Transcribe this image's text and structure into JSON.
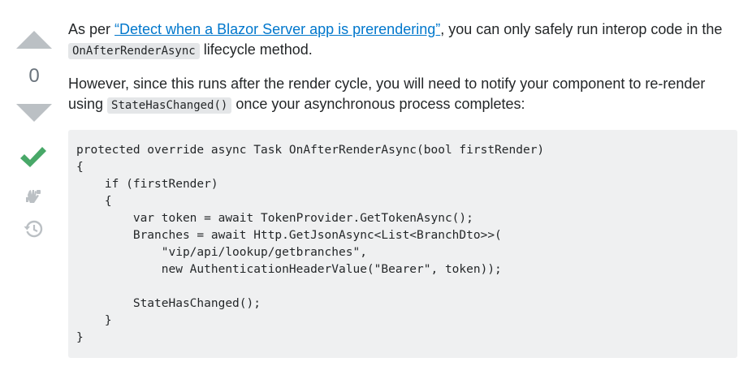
{
  "vote": {
    "count": "0",
    "accepted_color": "#48a868",
    "arrow_color": "#bbc0c4"
  },
  "icons": {
    "upvote": "triangle-up-icon",
    "downvote": "triangle-down-icon",
    "accepted": "checkmark-icon",
    "bounty": "hand-bounty-icon",
    "history": "history-clock-icon"
  },
  "answer": {
    "p1_prefix": "As per ",
    "p1_link": "“Detect when a Blazor Server app is prerendering”",
    "p1_mid": ", you can only safely run interop code in the ",
    "p1_code": "OnAfterRenderAsync",
    "p1_suffix": " lifecycle method.",
    "p2_prefix": "However, since this runs after the render cycle, you will need to notify your component to re-render using ",
    "p2_code": "StateHasChanged()",
    "p2_suffix": " once your asynchronous process completes:",
    "code_lines": [
      "protected override async Task OnAfterRenderAsync(bool firstRender)",
      "{",
      "    if (firstRender)",
      "    {",
      "        var token = await TokenProvider.GetTokenAsync();",
      "        Branches = await Http.GetJsonAsync<List<BranchDto>>(",
      "            \"vip/api/lookup/getbranches\",",
      "            new AuthenticationHeaderValue(\"Bearer\", token));",
      "",
      "        StateHasChanged();",
      "    }",
      "}"
    ]
  }
}
